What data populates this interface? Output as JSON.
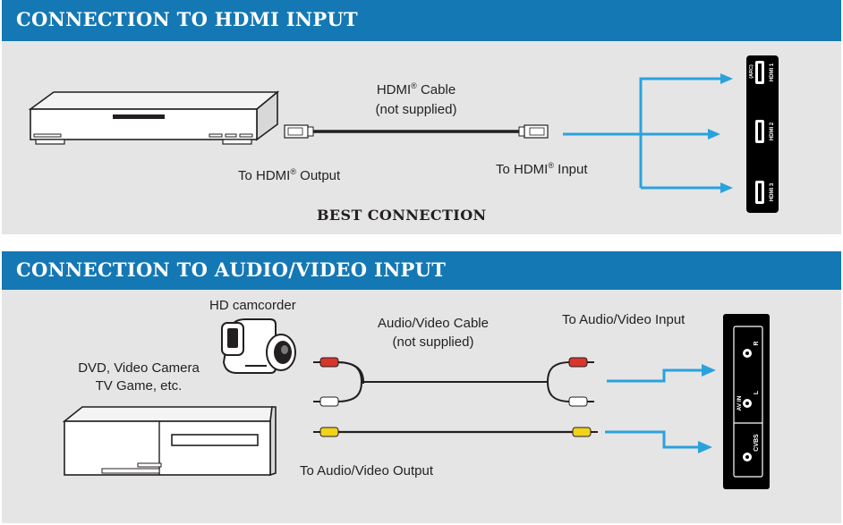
{
  "hdmi_section": {
    "title": "CONNECTION TO HDMI INPUT",
    "cable_name": "HDMI",
    "cable_suffix": " Cable",
    "cable_note": "(not supplied)",
    "output_label_pre": "To HDMI",
    "output_label_post": " Output",
    "input_label_pre": "To HDMI",
    "input_label_post": " Input",
    "registered_mark": "®",
    "footer": "BEST CONNECTION",
    "ports": [
      {
        "label": "HDMI 1",
        "note": "(ARC)"
      },
      {
        "label": "HDMI 2"
      },
      {
        "label": "HDMI 3"
      }
    ]
  },
  "av_section": {
    "title": "CONNECTION TO AUDIO/VIDEO INPUT",
    "camcorder_label": "HD camcorder",
    "source_label_line1": "DVD, Video Camera",
    "source_label_line2": "TV Game, etc.",
    "cable_name": "Audio/Video Cable",
    "cable_note": "(not supplied)",
    "input_label": "To Audio/Video Input",
    "output_label": "To Audio/Video Output",
    "panel": {
      "group_label": "AV IN",
      "ports": [
        {
          "label": "R"
        },
        {
          "label": "L"
        },
        {
          "label": "CVBS"
        }
      ]
    }
  },
  "colors": {
    "header_bg": "#1478b4",
    "arrow": "#2aa2dc",
    "panel_bg": "#000000",
    "rca_red": "#d9352b",
    "rca_white": "#ffffff",
    "rca_yellow": "#f2d21b"
  }
}
